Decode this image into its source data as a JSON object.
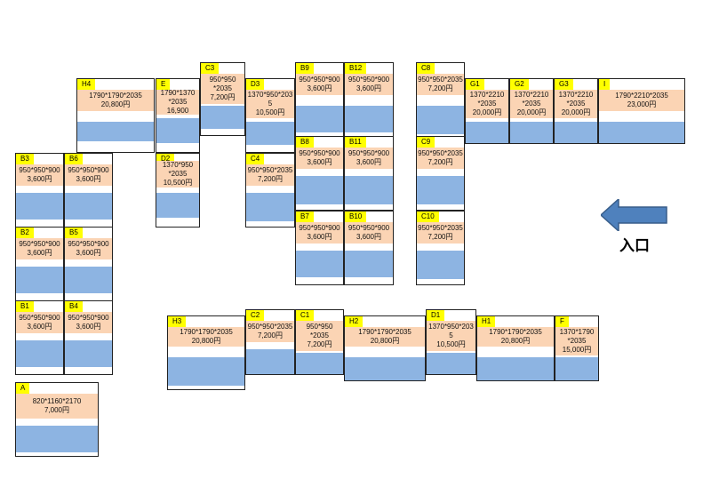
{
  "entrance_label": "入口",
  "units": [
    {
      "id": "H4",
      "spec": [
        "1790*1790*2035",
        "20,800円"
      ]
    },
    {
      "id": "E",
      "spec": [
        "1790*1370",
        "*2035",
        "16,900"
      ]
    },
    {
      "id": "C3",
      "spec": [
        "950*950",
        "*2035",
        "7,200円"
      ]
    },
    {
      "id": "D3",
      "spec": [
        "1370*950*203",
        "5",
        "10,500円"
      ]
    },
    {
      "id": "B9",
      "spec": [
        "950*950*900",
        "3,600円"
      ]
    },
    {
      "id": "B12",
      "spec": [
        "950*950*900",
        "3,600円"
      ]
    },
    {
      "id": "C8",
      "spec": [
        "950*950*2035",
        "7,200円"
      ]
    },
    {
      "id": "G1",
      "spec": [
        "1370*2210",
        "*2035",
        "20,000円"
      ]
    },
    {
      "id": "G2",
      "spec": [
        "1370*2210",
        "*2035",
        "20,000円"
      ]
    },
    {
      "id": "G3",
      "spec": [
        "1370*2210",
        "*2035",
        "20,000円"
      ]
    },
    {
      "id": "I",
      "spec": [
        "1790*2210*2035",
        "23,000円"
      ]
    },
    {
      "id": "D2",
      "spec": [
        "1370*950",
        "*2035",
        "10,500円"
      ]
    },
    {
      "id": "C4",
      "spec": [
        "950*950*2035",
        "7,200円"
      ]
    },
    {
      "id": "B8",
      "spec": [
        "950*950*900",
        "3,600円"
      ]
    },
    {
      "id": "B11",
      "spec": [
        "950*950*900",
        "3,600円"
      ]
    },
    {
      "id": "C9",
      "spec": [
        "950*950*2035",
        "7,200円"
      ]
    },
    {
      "id": "B3",
      "spec": [
        "950*950*900",
        "3,600円"
      ]
    },
    {
      "id": "B6",
      "spec": [
        "950*950*900",
        "3,600円"
      ]
    },
    {
      "id": "B7",
      "spec": [
        "950*950*900",
        "3,600円"
      ]
    },
    {
      "id": "B10",
      "spec": [
        "950*950*900",
        "3,600円"
      ]
    },
    {
      "id": "C10",
      "spec": [
        "950*950*2035",
        "7,200円"
      ]
    },
    {
      "id": "B2",
      "spec": [
        "950*950*900",
        "3,600円"
      ]
    },
    {
      "id": "B5",
      "spec": [
        "950*950*900",
        "3,600円"
      ]
    },
    {
      "id": "B1",
      "spec": [
        "950*950*900",
        "3,600円"
      ]
    },
    {
      "id": "B4",
      "spec": [
        "950*950*900",
        "3,600円"
      ]
    },
    {
      "id": "H3",
      "spec": [
        "1790*1790*2035",
        "20,800円"
      ]
    },
    {
      "id": "C2",
      "spec": [
        "950*950*2035",
        "7,200円"
      ]
    },
    {
      "id": "C1",
      "spec": [
        "950*950",
        "*2035",
        "7,200円"
      ]
    },
    {
      "id": "H2",
      "spec": [
        "1790*1790*2035",
        "20,800円"
      ]
    },
    {
      "id": "D1",
      "spec": [
        "1370*950*203",
        "5",
        "10,500円"
      ]
    },
    {
      "id": "H1",
      "spec": [
        "1790*1790*2035",
        "20,800円"
      ]
    },
    {
      "id": "F",
      "spec": [
        "1370*1790",
        "*2035",
        "15,000円"
      ]
    },
    {
      "id": "A",
      "spec": [
        "820*1160*2170",
        "7,000円"
      ]
    }
  ],
  "colors": {
    "label_bg": "#ffff00",
    "spec_bg": "#fbd4b4",
    "blue": "#8db4e2",
    "arrow": "#4f81bd"
  }
}
